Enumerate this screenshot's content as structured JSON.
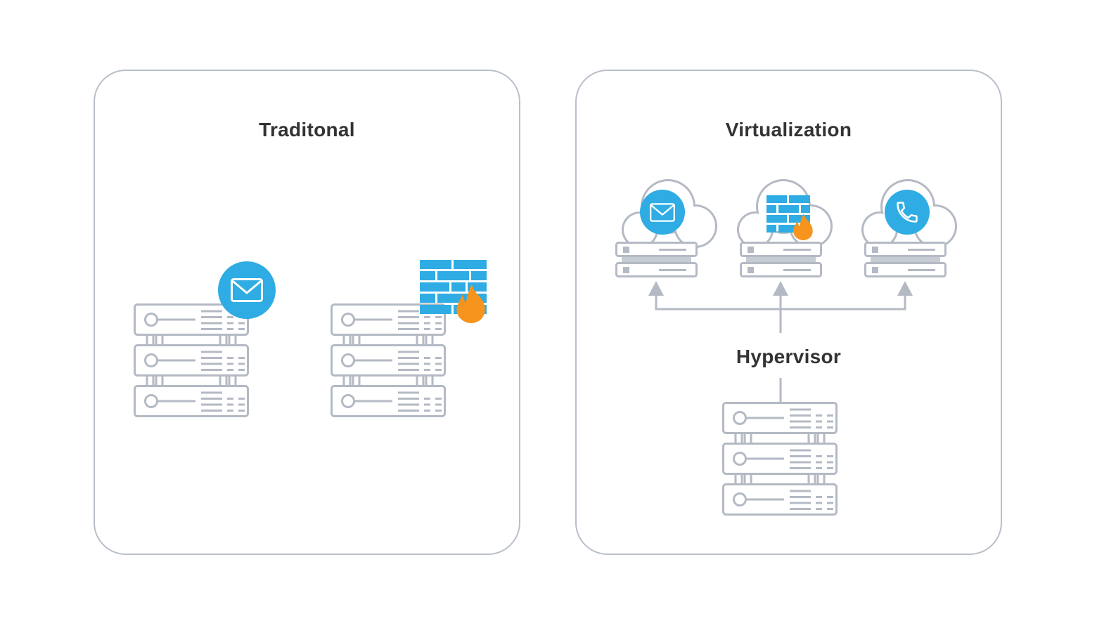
{
  "panels": {
    "traditional": {
      "title": "Traditonal",
      "icons": [
        "email-icon",
        "firewall-icon",
        "flame-icon",
        "server-stack",
        "server-stack"
      ]
    },
    "virtualization": {
      "title": "Virtualization",
      "hypervisor_label": "Hypervisor",
      "clouds": [
        {
          "icon": "email-icon"
        },
        {
          "icon": "firewall-icon"
        },
        {
          "icon": "phone-icon"
        }
      ],
      "icons": [
        "cloud-icon",
        "mini-server-pair",
        "up-arrow",
        "server-stack"
      ]
    }
  },
  "colors": {
    "accent_blue": "#2face3",
    "flame_orange": "#f7941e",
    "outline_gray": "#b4bac4",
    "panel_border": "#b9bfca",
    "title_text": "#333333",
    "background": "#ffffff"
  }
}
